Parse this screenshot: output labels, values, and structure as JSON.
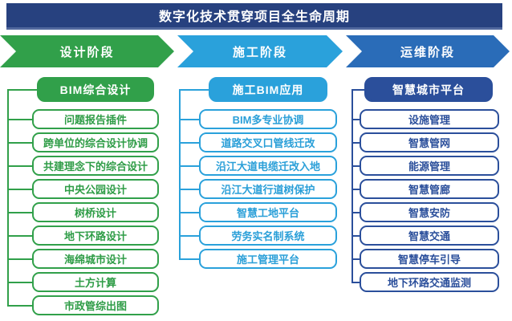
{
  "banner": {
    "title": "数字化技术贯穿项目全生命周期"
  },
  "phases": [
    {
      "label": "设计阶段",
      "color": "#31a04a"
    },
    {
      "label": "施工阶段",
      "color": "#2aa1db"
    },
    {
      "label": "运维阶段",
      "color": "#2a6cb8"
    }
  ],
  "columns": [
    {
      "header": "BIM综合设计",
      "color": "#31a04a",
      "items": [
        "问题报告插件",
        "跨单位的综合设计协调",
        "共建理念下的综合设计",
        "中央公园设计",
        "树桥设计",
        "地下环路设计",
        "海绵城市设计",
        "土方计算",
        "市政管综出图"
      ]
    },
    {
      "header": "施工BIM应用",
      "color": "#2aa1db",
      "items": [
        "BIM多专业协调",
        "道路交叉口管线迁改",
        "沿江大道电缆迁改入地",
        "沿江大道行道树保护",
        "智慧工地平台",
        "劳务实名制系统",
        "施工管理平台"
      ]
    },
    {
      "header": "智慧城市平台",
      "color": "#2b4f9b",
      "items": [
        "设施管理",
        "智慧管网",
        "能源管理",
        "智慧管廊",
        "智慧安防",
        "智慧交通",
        "智慧停车引导",
        "地下环路交通监测"
      ]
    }
  ],
  "colors": {
    "banner_navy": "#27417f",
    "design_green": "#31a04a",
    "construction_blue": "#2aa1db",
    "operation_blue": "#2a6cb8",
    "platform_royal_blue": "#2b4f9b"
  }
}
